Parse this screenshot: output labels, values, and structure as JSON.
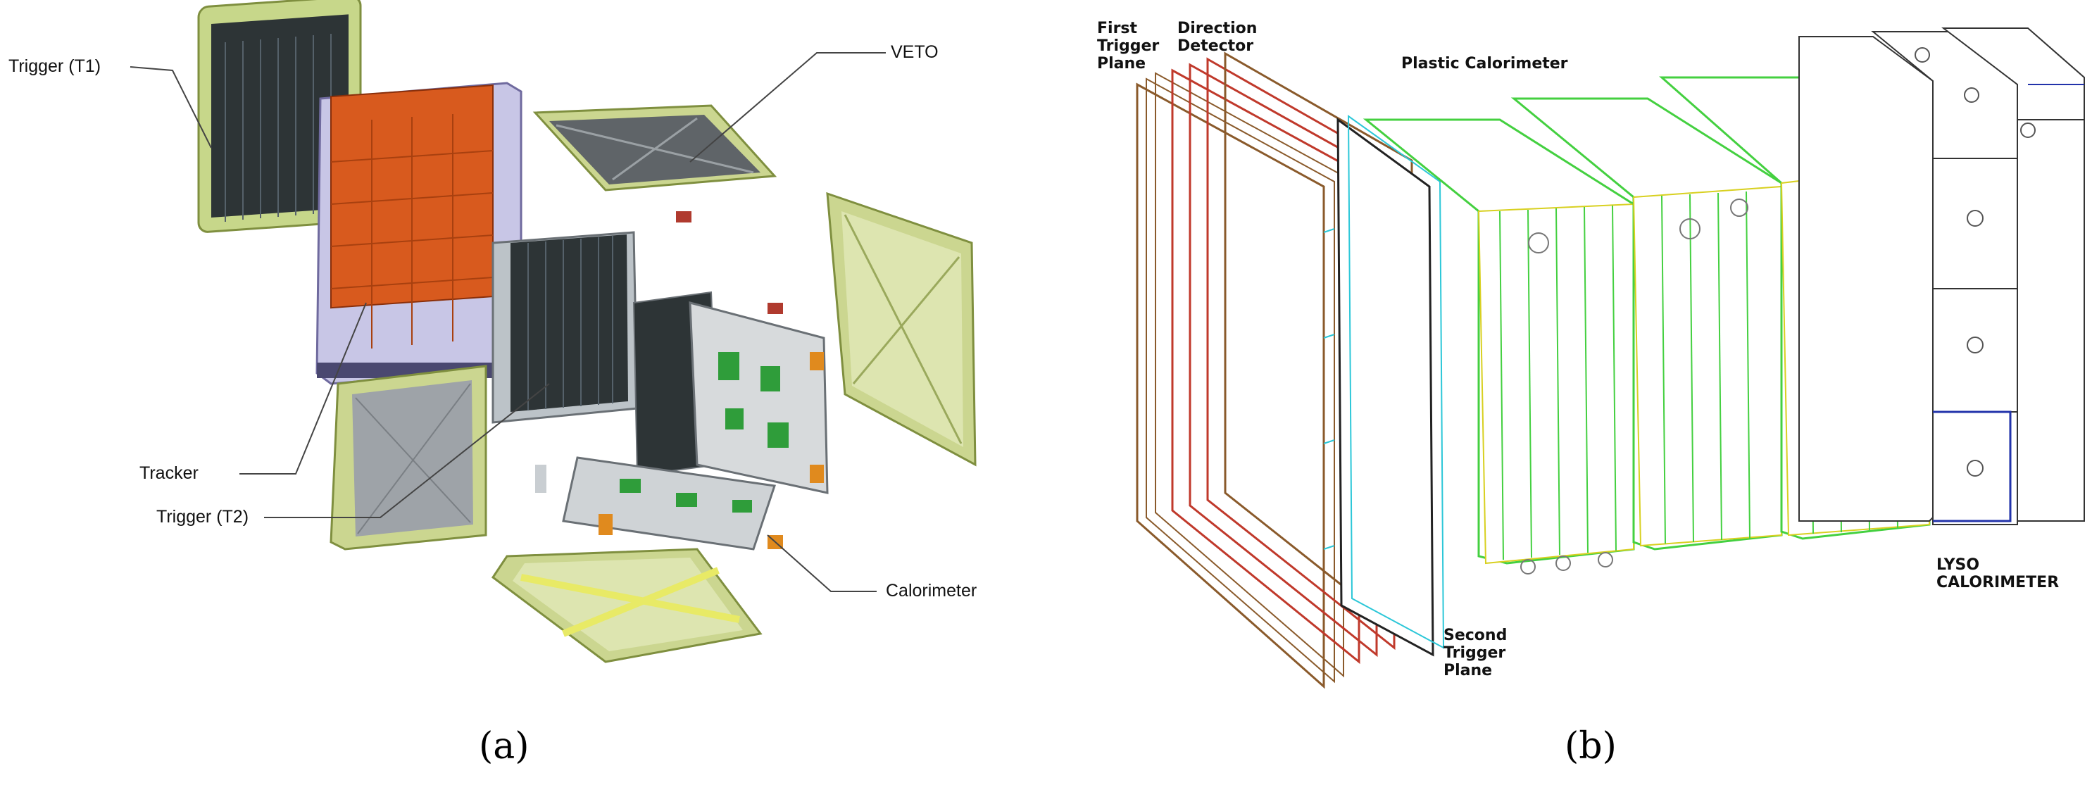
{
  "panel_a": {
    "labels": {
      "trigger_t1": "Trigger (T1)",
      "veto": "VETO",
      "tracker": "Tracker",
      "trigger_t2": "Trigger (T2)",
      "calorimeter": "Calorimeter"
    },
    "caption": "(a)",
    "colors": {
      "frame": "#c7d78a",
      "frame_dark": "#9aa95c",
      "trigger": "#2d3436",
      "tracker_red": "#d85a1e",
      "gray": "#9ea3a8",
      "violet": "#c8c6e6"
    }
  },
  "panel_b": {
    "labels": {
      "first_trigger_plane": [
        "First",
        "Trigger",
        "Plane"
      ],
      "direction_detector": [
        "Direction",
        "Detector"
      ],
      "plastic_calorimeter": "Plastic Calorimeter",
      "second_trigger_plane": [
        "Second",
        "Trigger",
        "Plane"
      ],
      "lyso_calorimeter": [
        "LYSO",
        "CALORIMETER"
      ]
    },
    "caption": "(b)",
    "colors": {
      "plane": "#8a5a2b",
      "direction": "#c0392b",
      "plastic": "#44d040",
      "plastic_yellow": "#d8d020",
      "cyan": "#2cc7d8",
      "lyso_border": "#333333",
      "lyso_blue": "#2233aa"
    }
  }
}
